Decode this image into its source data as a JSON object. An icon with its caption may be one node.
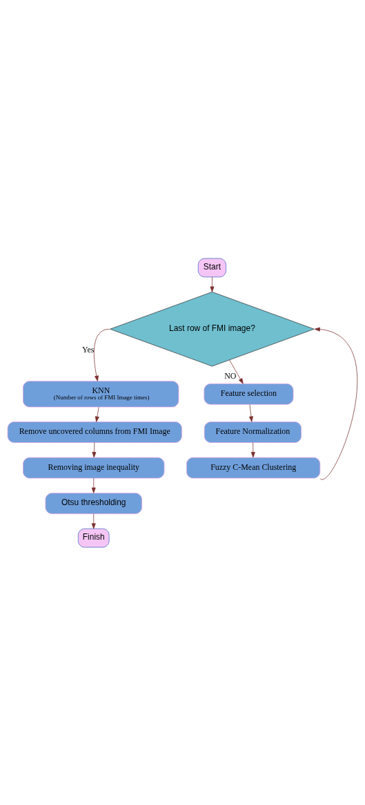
{
  "diagram": {
    "nodes": [
      {
        "text": [
          "Start"
        ]
      },
      {
        "text": [
          "Last row of FMI image?"
        ]
      },
      {
        "text": [
          "Feature selection"
        ]
      },
      {
        "text": [
          "Feature Normalization"
        ]
      },
      {
        "text": [
          "Fuzzy C-Mean Clustering"
        ]
      },
      {
        "text": [
          "KNN",
          "(Number of rows of FMI Image times)"
        ]
      },
      {
        "text": [
          "Remove uncovered columns from FMI Image"
        ]
      },
      {
        "text": [
          "Removing image inequality"
        ]
      },
      {
        "text": [
          "Otsu thresholding"
        ]
      },
      {
        "text": [
          "Finish"
        ]
      }
    ],
    "edges": [
      {
        "from": 0,
        "to": 1,
        "arrow": "to"
      },
      {
        "from": 1,
        "to": 2,
        "arrow": "to",
        "label": "NO"
      },
      {
        "from": 2,
        "to": 3,
        "arrow": "to"
      },
      {
        "from": 3,
        "to": 4,
        "arrow": "to"
      },
      {
        "from": 4,
        "to": 1,
        "arrow": "to"
      },
      {
        "from": 1,
        "to": 5,
        "arrow": "to",
        "label": "Yes"
      },
      {
        "from": 5,
        "to": 6,
        "arrow": "to"
      },
      {
        "from": 6,
        "to": 7,
        "arrow": "to"
      },
      {
        "from": 7,
        "to": 8,
        "arrow": "to"
      },
      {
        "from": 8,
        "to": 9,
        "arrow": "to"
      }
    ]
  }
}
